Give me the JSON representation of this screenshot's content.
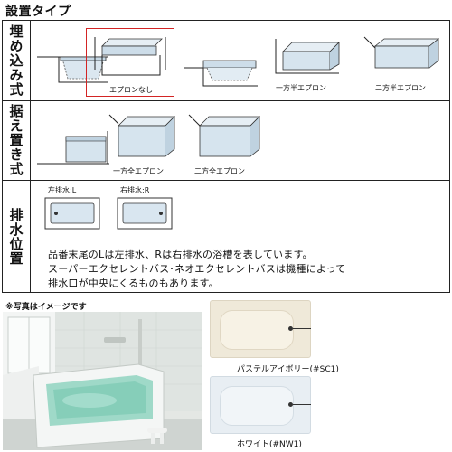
{
  "title": "設置タイプ",
  "rows": {
    "built_in": "埋め込み式",
    "placed": "据え置き式",
    "drain": "排水位置"
  },
  "built_in": {
    "no_apron": "エプロンなし",
    "one_side_half": "一方半エプロン",
    "two_side_half": "二方半エプロン"
  },
  "placed": {
    "one_side_full": "一方全エプロン",
    "two_side_full": "二方全エプロン"
  },
  "drain": {
    "left": "左排水:L",
    "right": "右排水:R"
  },
  "notes": {
    "line1": "品番末尾のLは左排水、Rは右排水の浴槽を表しています。",
    "line2": "スーパーエクセレントバス･ネオエクセレントバスは機種によって",
    "line3": "排水口が中央にくるものもあります。"
  },
  "photo_note": "※写真はイメージです",
  "colors": {
    "pastel_ivory": {
      "label": "パステルアイボリー(#SC1)",
      "hex": "#efe9d9"
    },
    "white": {
      "label": "ホワイト(#NW1)",
      "hex": "#e8eef3"
    },
    "selection": "#d32424"
  }
}
